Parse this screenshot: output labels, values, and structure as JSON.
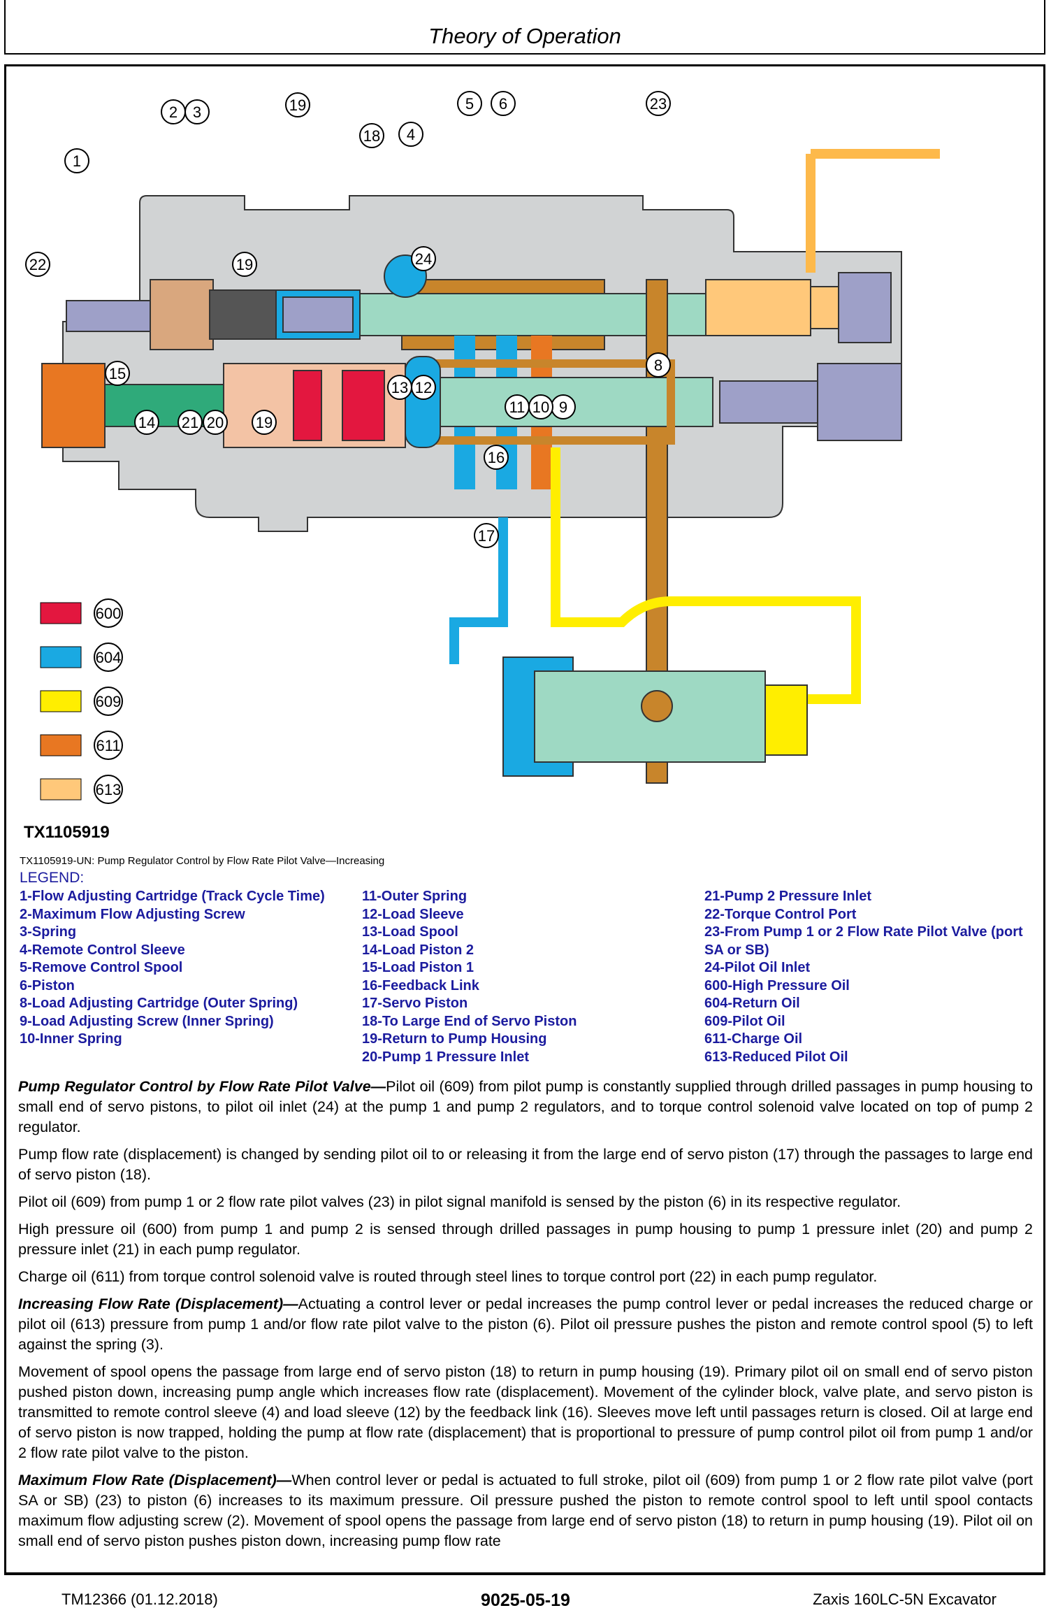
{
  "header": {
    "title": "Theory of Operation"
  },
  "figure": {
    "id": "TX1105919",
    "caption": "TX1105919-UN: Pump Regulator Control by Flow Rate Pilot Valve—Increasing",
    "callouts": [
      "1",
      "2",
      "3",
      "4",
      "5",
      "6",
      "8",
      "9",
      "10",
      "11",
      "12",
      "13",
      "14",
      "15",
      "16",
      "17",
      "18",
      "19",
      "20",
      "21",
      "22",
      "23",
      "24"
    ],
    "color_key": [
      {
        "code": "600",
        "color": "#e3173f"
      },
      {
        "code": "604",
        "color": "#1aa9e2"
      },
      {
        "code": "609",
        "color": "#ffee00"
      },
      {
        "code": "611",
        "color": "#e87722"
      },
      {
        "code": "613",
        "color": "#ffc87a"
      }
    ]
  },
  "legend": {
    "title": "LEGEND:",
    "col1": [
      "1-Flow Adjusting Cartridge (Track Cycle Time)",
      "2-Maximum Flow Adjusting Screw",
      "3-Spring",
      "4-Remote Control Sleeve",
      "5-Remove Control Spool",
      "6-Piston",
      "8-Load Adjusting Cartridge (Outer Spring)",
      "9-Load Adjusting Screw (Inner Spring)",
      "10-Inner Spring"
    ],
    "col2": [
      "11-Outer Spring",
      "12-Load Sleeve",
      "13-Load Spool",
      "14-Load Piston 2",
      "15-Load Piston 1",
      "16-Feedback Link",
      "17-Servo Piston",
      "18-To Large End of Servo Piston",
      "19-Return to Pump Housing",
      "20-Pump 1 Pressure Inlet"
    ],
    "col3": [
      "21-Pump 2 Pressure Inlet",
      "22-Torque Control Port",
      "23-From Pump 1 or 2 Flow Rate Pilot Valve (port SA or SB)",
      "24-Pilot Oil Inlet",
      "600-High Pressure Oil",
      "604-Return Oil",
      "609-Pilot Oil",
      "611-Charge Oil",
      "613-Reduced Pilot Oil"
    ]
  },
  "body": {
    "p1_lead": "Pump Regulator Control by Flow Rate Pilot Valve—",
    "p1": "Pilot oil (609) from pilot pump is constantly supplied through drilled passages in pump housing to small end of servo pistons, to pilot oil inlet (24) at the pump 1 and pump 2 regulators, and to torque control solenoid valve located on top of pump 2 regulator.",
    "p2": "Pump flow rate (displacement) is changed by sending pilot oil to or releasing it from the large end of servo piston (17) through the passages to large end of servo piston (18).",
    "p3": "Pilot oil (609) from pump 1 or 2 flow rate pilot valves (23) in pilot signal manifold is sensed by the piston (6) in its respective regulator.",
    "p4": "High pressure oil (600) from pump 1 and pump 2 is sensed through drilled passages in pump housing to pump 1 pressure inlet (20) and pump 2 pressure inlet (21) in each pump regulator.",
    "p5": "Charge oil (611) from torque control solenoid valve is routed through steel lines to torque control port (22) in each pump regulator.",
    "p6_lead": "Increasing Flow Rate (Displacement)—",
    "p6": "Actuating a control lever or pedal increases the pump control lever or pedal increases the reduced charge or pilot oil (613) pressure from pump 1 and/or flow rate pilot valve to the piston (6). Pilot oil pressure pushes the piston and remote control spool (5) to left against the spring (3).",
    "p7": "Movement of spool opens the passage from large end of servo piston (18) to return in pump housing (19). Primary pilot oil on small end of servo piston pushed piston down, increasing pump angle which increases flow rate (displacement). Movement of the cylinder block, valve plate, and servo piston is transmitted to remote control sleeve (4) and load sleeve (12) by the feedback link (16). Sleeves move left until passages return is closed. Oil at large end of servo piston is now trapped, holding the pump at flow rate (displacement) that is proportional to pressure of pump control pilot oil from pump 1 and/or 2 flow rate pilot valve to the piston.",
    "p8_lead": "Maximum Flow Rate (Displacement)—",
    "p8": "When control lever or pedal is actuated to full stroke, pilot oil (609) from pump 1 or 2 flow rate pilot valve (port SA or SB) (23) to piston (6) increases to its maximum pressure. Oil pressure pushed the piston to remote control spool to left until spool contacts maximum flow adjusting screw (2). Movement of spool opens the passage from large end of servo piston (18) to return in pump housing (19). Pilot oil on small end of servo piston pushes piston down, increasing pump flow rate"
  },
  "footer": {
    "left": "TM12366 (01.12.2018)",
    "center": "9025-05-19",
    "right": "Zaxis 160LC-5N Excavator"
  }
}
